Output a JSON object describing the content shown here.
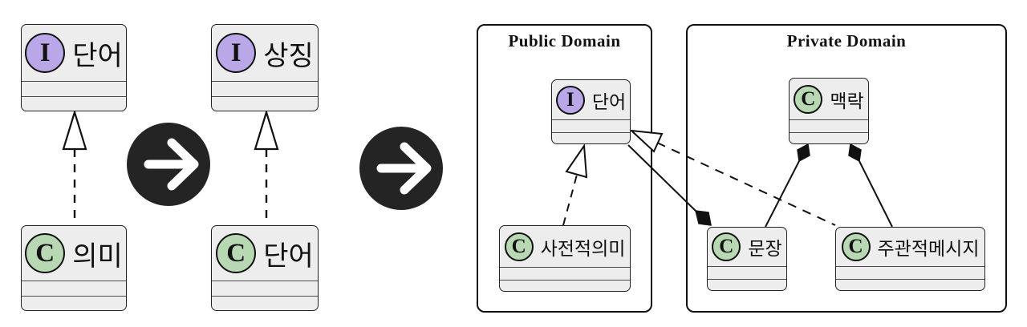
{
  "diagram": {
    "step1": {
      "interface": {
        "badge": "I",
        "name": "단어"
      },
      "class": {
        "badge": "C",
        "name": "의미"
      },
      "relationship": "realization"
    },
    "step2": {
      "interface": {
        "badge": "I",
        "name": "상징"
      },
      "class": {
        "badge": "C",
        "name": "단어"
      },
      "relationship": "realization"
    },
    "step3": {
      "public_domain": {
        "title": "Public Domain",
        "interface": {
          "badge": "I",
          "name": "단어"
        },
        "class": {
          "badge": "C",
          "name": "사전적의미"
        }
      },
      "private_domain": {
        "title": "Private Domain",
        "classes": [
          {
            "badge": "C",
            "name": "맥락"
          },
          {
            "badge": "C",
            "name": "문장"
          },
          {
            "badge": "C",
            "name": "주관적메시지"
          }
        ]
      },
      "relationships": [
        {
          "from": "사전적의미",
          "to": "단어",
          "type": "realization"
        },
        {
          "from": "주관적메시지",
          "to": "단어",
          "type": "realization"
        },
        {
          "from": "문장",
          "to": "단어",
          "type": "composition"
        },
        {
          "from": "맥락",
          "to": "문장",
          "type": "composition"
        },
        {
          "from": "맥락",
          "to": "주관적메시지",
          "type": "composition"
        }
      ]
    },
    "arrow_icon": "→",
    "colors": {
      "interface_badge": "#b9a7e8",
      "class_badge": "#b7d8b2",
      "box_fill": "#ededed",
      "arrow_circle": "#242424",
      "line": "#111111"
    }
  }
}
